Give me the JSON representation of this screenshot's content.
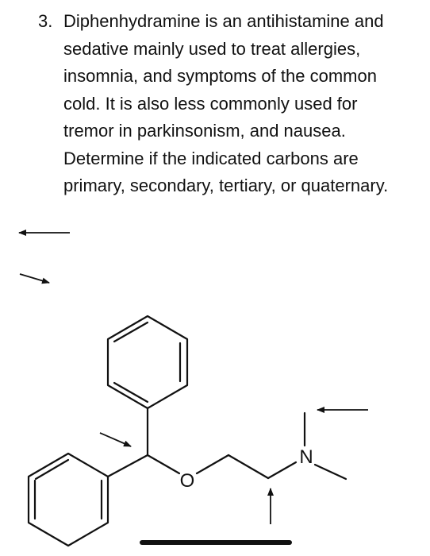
{
  "question": {
    "number": "3.",
    "text": "Diphenhydramine is an antihistamine and\nsedative mainly used to treat allergies,\ninsomnia, and symptoms of the common\ncold. It is also less commonly used for\ntremor in parkinsonism, and nausea.\nDetermine if the indicated carbons are\nprimary, secondary, tertiary, or quaternary."
  },
  "structure": {
    "oxygen_label": "O",
    "nitrogen_label": "N"
  }
}
